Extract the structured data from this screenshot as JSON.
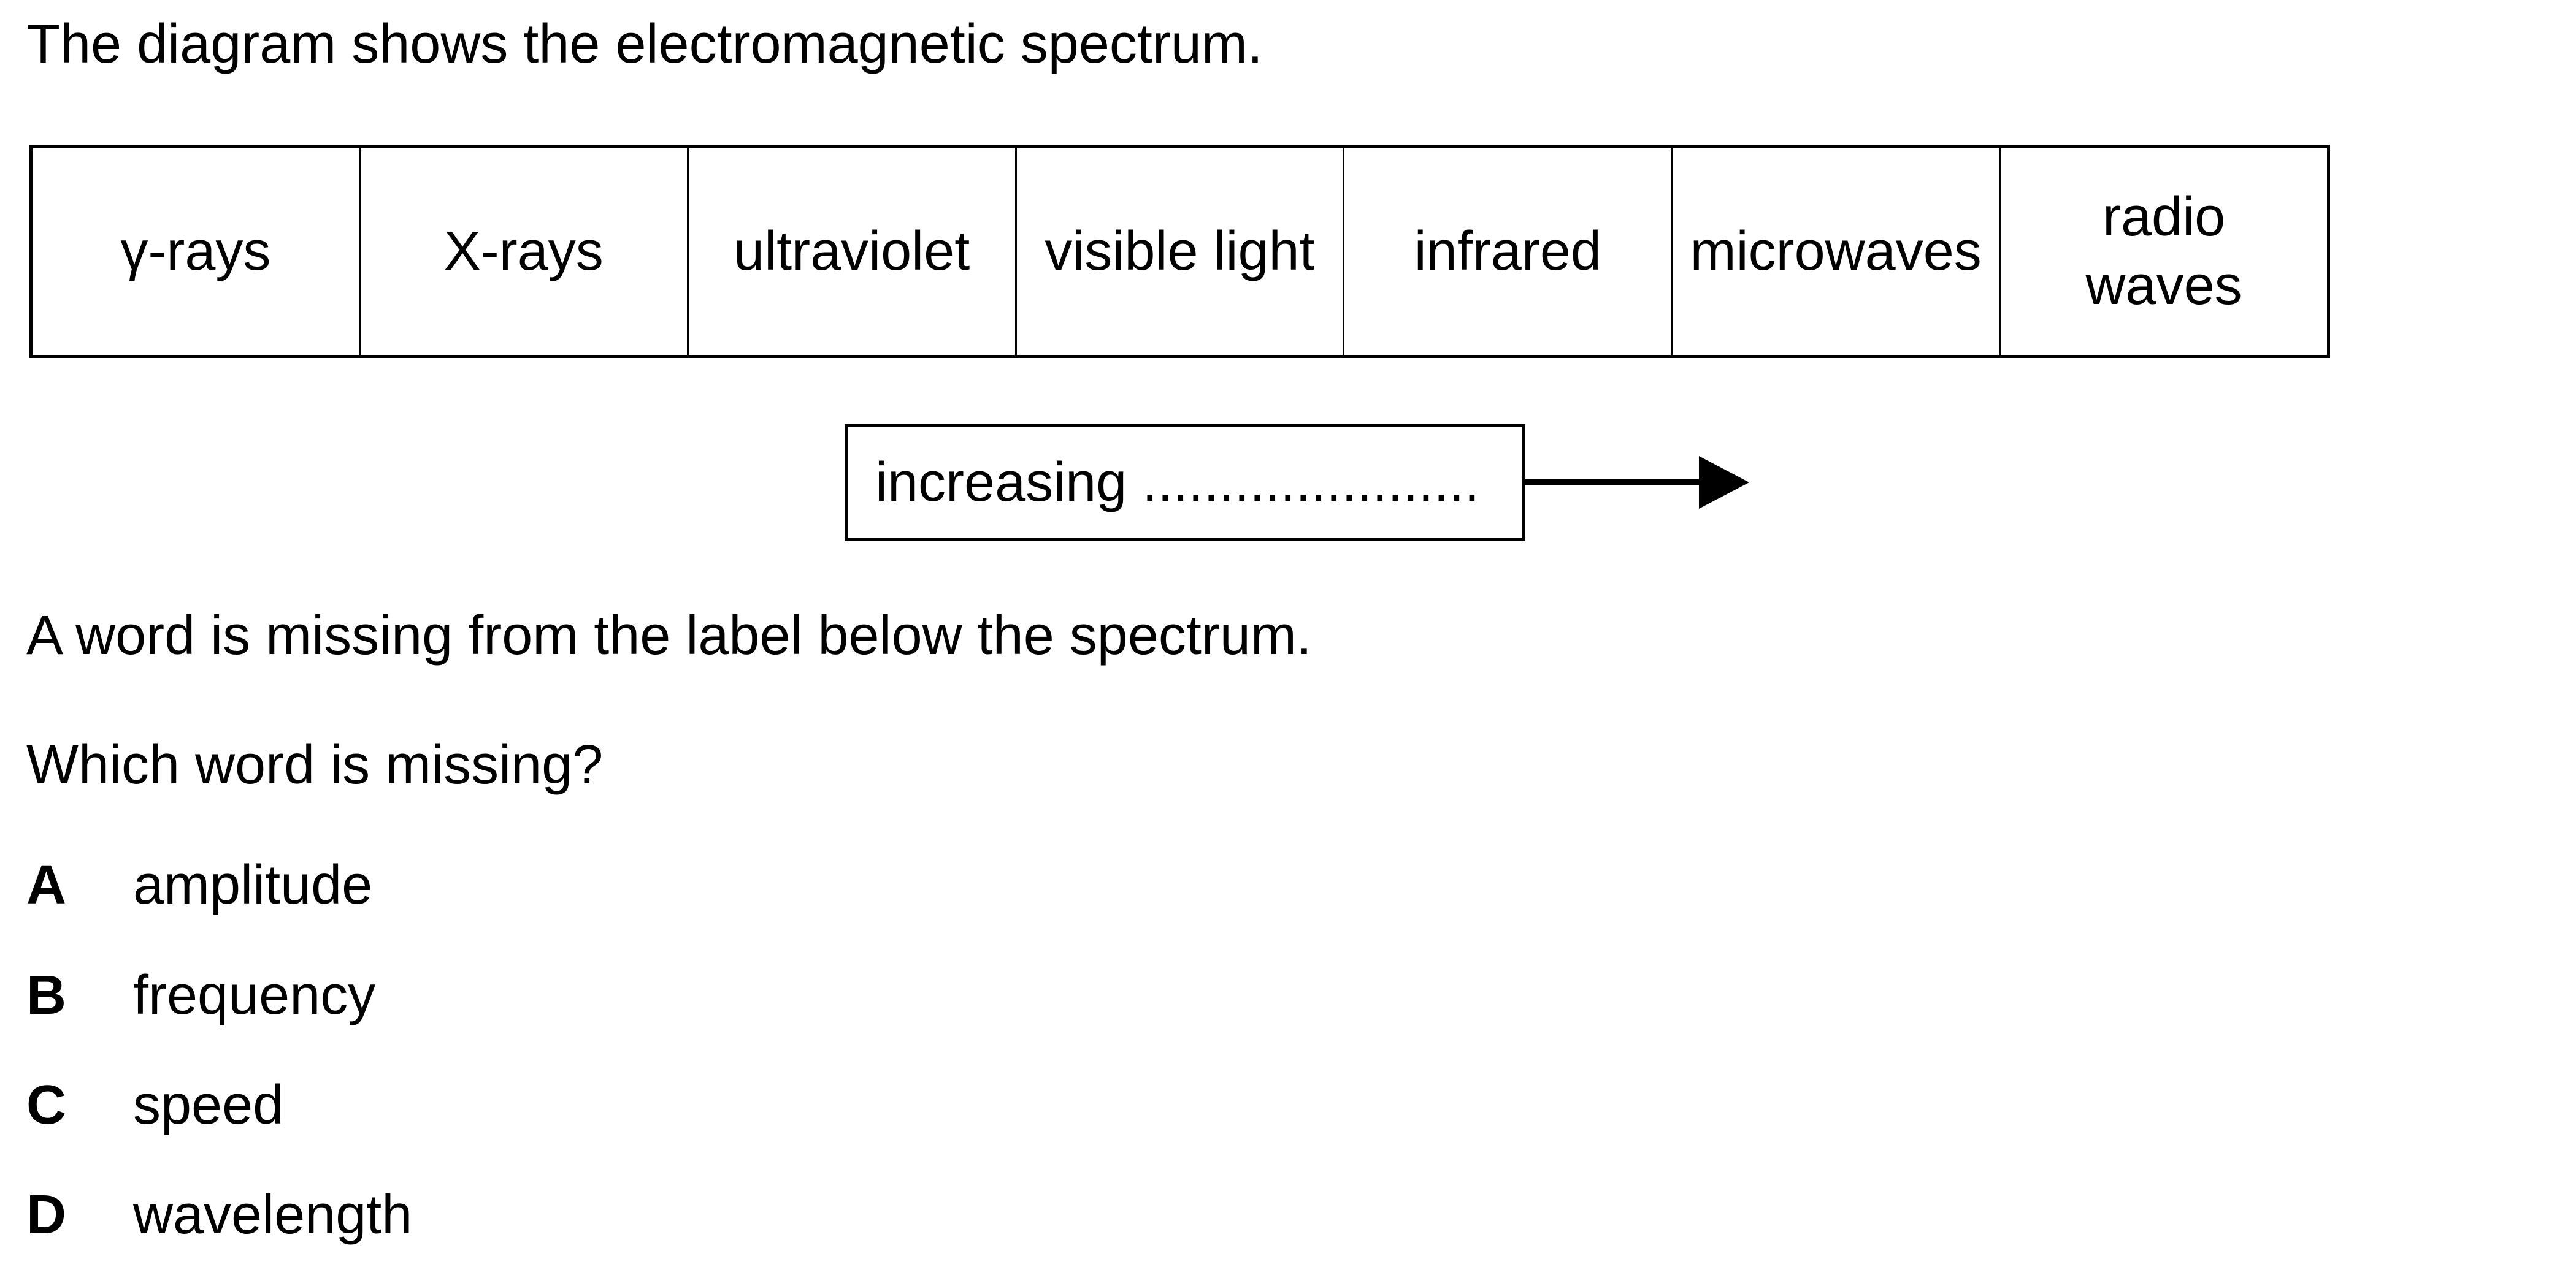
{
  "page": {
    "intro": "The diagram shows the electromagnetic spectrum.",
    "spectrum": {
      "bands": [
        "γ-rays",
        "X-rays",
        "ultraviolet",
        "visible light",
        "infrared",
        "microwaves",
        "radio\nwaves"
      ]
    },
    "label": {
      "text": "increasing ......................"
    },
    "statement": "A word is missing from the label below the spectrum.",
    "prompt": "Which word is missing?",
    "options": [
      {
        "letter": "A",
        "text": "amplitude"
      },
      {
        "letter": "B",
        "text": "frequency"
      },
      {
        "letter": "C",
        "text": "speed"
      },
      {
        "letter": "D",
        "text": "wavelength"
      }
    ],
    "colors": {
      "ink": "#000000",
      "paper": "#ffffff"
    }
  }
}
